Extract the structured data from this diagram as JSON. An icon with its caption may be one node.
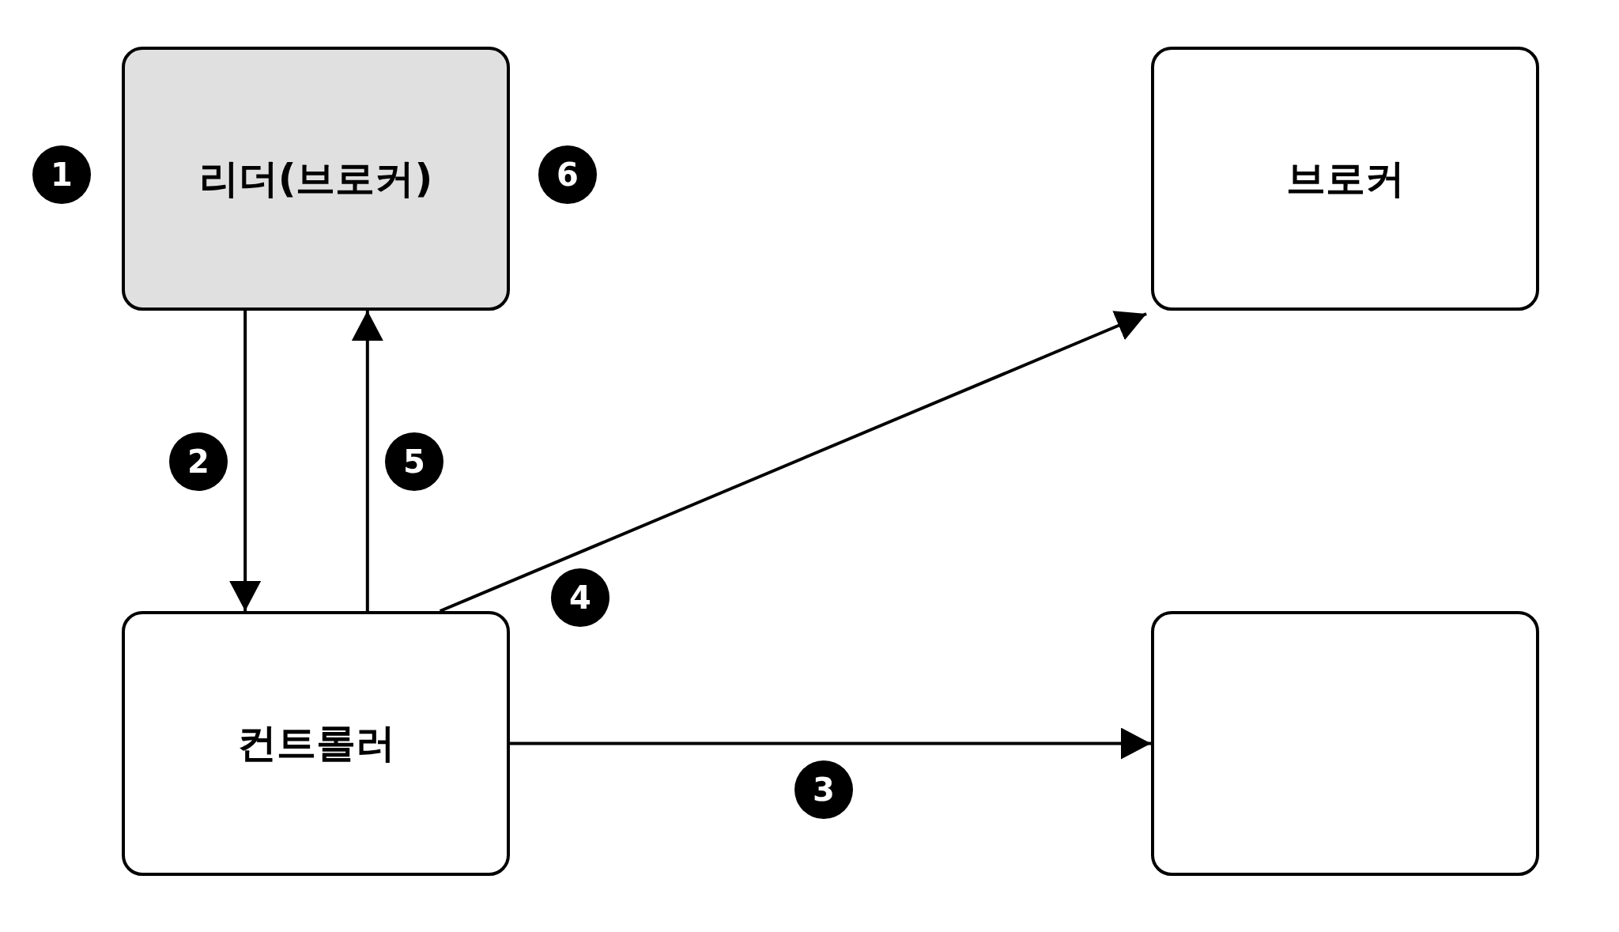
{
  "diagram": {
    "nodes": [
      {
        "text": [
          "리더(브로커)"
        ]
      },
      {
        "text": [
          "브로커"
        ]
      },
      {
        "text": [
          "컨트롤러"
        ]
      },
      {
        "text": [],
        "shape": "box"
      }
    ],
    "edges": [
      {
        "from": 0,
        "to": 2,
        "arrow": "to"
      },
      {
        "from": 2,
        "to": 0,
        "arrow": "to"
      },
      {
        "from": 2,
        "to": 1,
        "arrow": "to"
      },
      {
        "from": 2,
        "to": 3,
        "arrow": "to"
      }
    ],
    "labels": [
      "1",
      "6",
      "2",
      "5",
      "4",
      "3"
    ]
  }
}
